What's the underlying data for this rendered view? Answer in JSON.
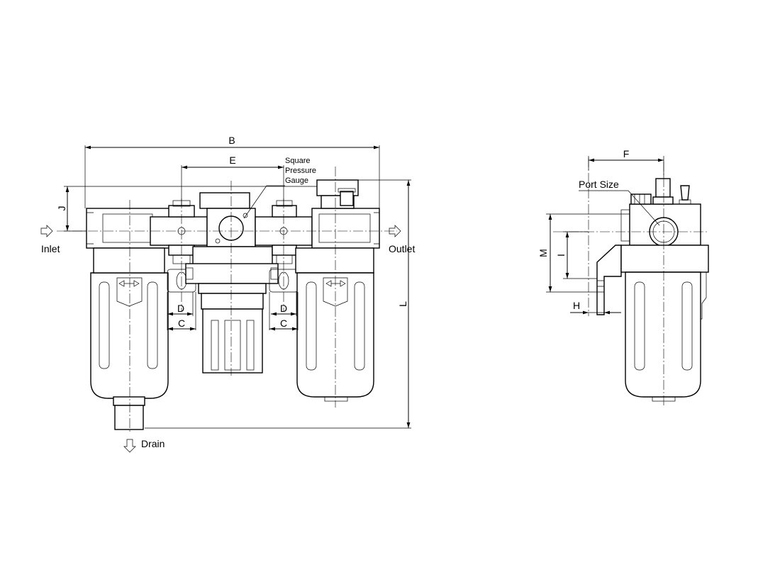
{
  "labels": {
    "inlet": "Inlet",
    "outlet": "Outlet",
    "drain": "Drain",
    "gauge_line1": "Square",
    "gauge_line2": "Pressure",
    "gauge_line3": "Gauge",
    "port_size": "Port Size"
  },
  "dimensions": {
    "B": "B",
    "E": "E",
    "J": "J",
    "L": "L",
    "D_left": "D",
    "C_left": "C",
    "D_right": "D",
    "C_right": "C",
    "F": "F",
    "M": "M",
    "I": "I",
    "H": "H"
  },
  "icons": {
    "inlet_arrow": "hollow-arrow-right-icon",
    "outlet_arrow": "hollow-arrow-right-icon",
    "drain_arrow": "hollow-arrow-down-icon"
  }
}
